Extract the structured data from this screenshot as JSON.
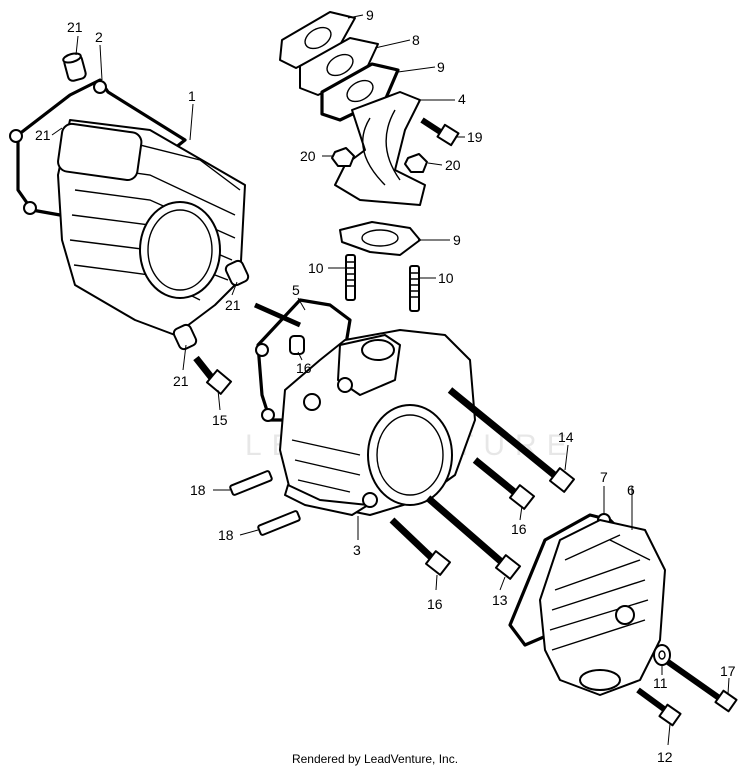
{
  "diagram": {
    "callouts": [
      {
        "id": "c1",
        "text": "1"
      },
      {
        "id": "c2",
        "text": "2"
      },
      {
        "id": "c3",
        "text": "3"
      },
      {
        "id": "c4",
        "text": "4"
      },
      {
        "id": "c5",
        "text": "5"
      },
      {
        "id": "c6",
        "text": "6"
      },
      {
        "id": "c7",
        "text": "7"
      },
      {
        "id": "c8",
        "text": "8"
      },
      {
        "id": "c9a",
        "text": "9"
      },
      {
        "id": "c9b",
        "text": "9"
      },
      {
        "id": "c9c",
        "text": "9"
      },
      {
        "id": "c10a",
        "text": "10"
      },
      {
        "id": "c10b",
        "text": "10"
      },
      {
        "id": "c11",
        "text": "11"
      },
      {
        "id": "c12",
        "text": "12"
      },
      {
        "id": "c13",
        "text": "13"
      },
      {
        "id": "c14",
        "text": "14"
      },
      {
        "id": "c15",
        "text": "15"
      },
      {
        "id": "c16a",
        "text": "16"
      },
      {
        "id": "c16b",
        "text": "16"
      },
      {
        "id": "c16c",
        "text": "16"
      },
      {
        "id": "c17",
        "text": "17"
      },
      {
        "id": "c18a",
        "text": "18"
      },
      {
        "id": "c18b",
        "text": "18"
      },
      {
        "id": "c19",
        "text": "19"
      },
      {
        "id": "c20a",
        "text": "20"
      },
      {
        "id": "c20b",
        "text": "20"
      },
      {
        "id": "c21a",
        "text": "21"
      },
      {
        "id": "c21b",
        "text": "21"
      },
      {
        "id": "c21c",
        "text": "21"
      },
      {
        "id": "c21d",
        "text": "21"
      }
    ],
    "watermark": "LEADVENTURE",
    "credit": "Rendered by LeadVenture, Inc."
  }
}
